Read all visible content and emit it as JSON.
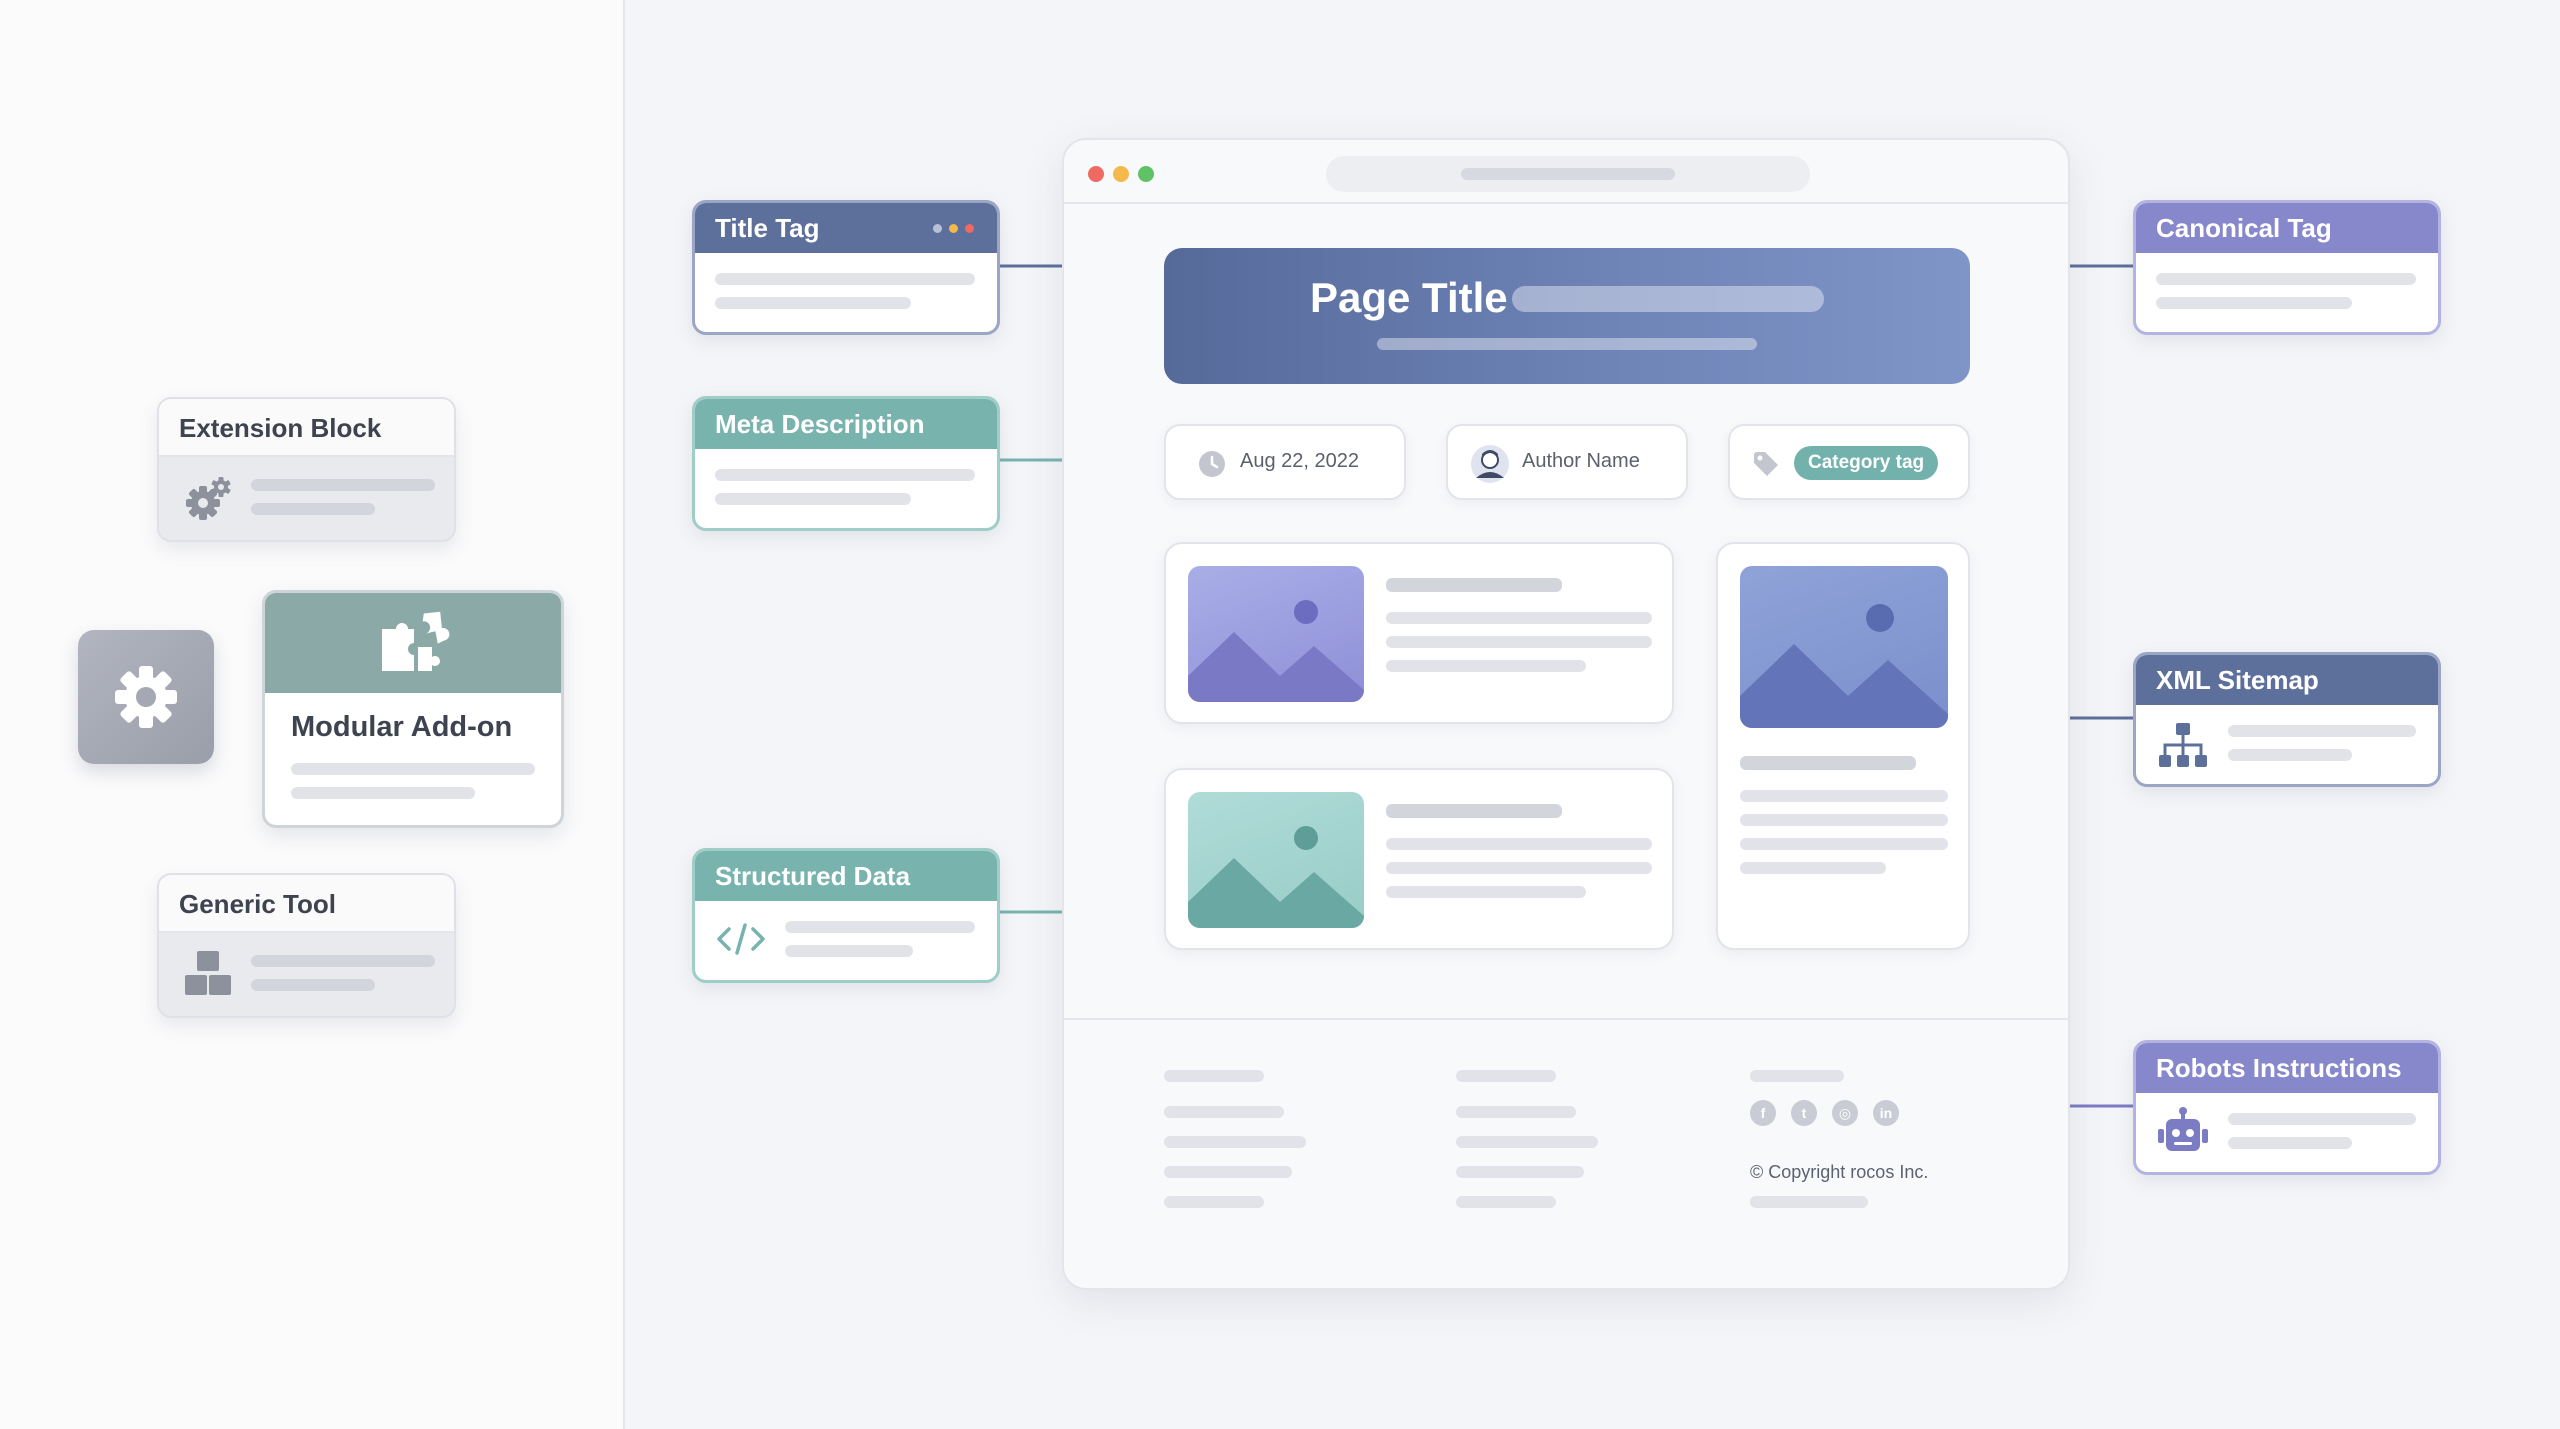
{
  "left_tools": {
    "extension_block": "Extension Block",
    "modular_addon": "Modular Add-on",
    "generic_tool": "Generic Tool"
  },
  "seo_elements": {
    "title_tag": "Title Tag",
    "meta_description": "Meta Description",
    "structured_data": "Structured Data",
    "canonical_tag": "Canonical Tag",
    "xml_sitemap": "XML Sitemap",
    "robots_instructions": "Robots Instructions"
  },
  "page": {
    "title": "Page Title",
    "date": "Aug 22, 2022",
    "author": "Author Name",
    "category": "Category tag",
    "copyright": "© Copyright rocos Inc."
  },
  "colors": {
    "slate": "#5d6f9b",
    "teal": "#78b3ae",
    "violet": "#8787cc",
    "dot_red": "#ee6a62",
    "dot_yellow": "#f3b94a",
    "dot_green": "#5fc266"
  },
  "icons": [
    "gear-icon",
    "gears-icon",
    "puzzle-icon",
    "blocks-icon",
    "code-icon",
    "sitemap-icon",
    "robot-icon",
    "clock-icon",
    "avatar-icon",
    "tag-icon",
    "facebook-icon",
    "twitter-icon",
    "instagram-icon",
    "linkedin-icon"
  ]
}
